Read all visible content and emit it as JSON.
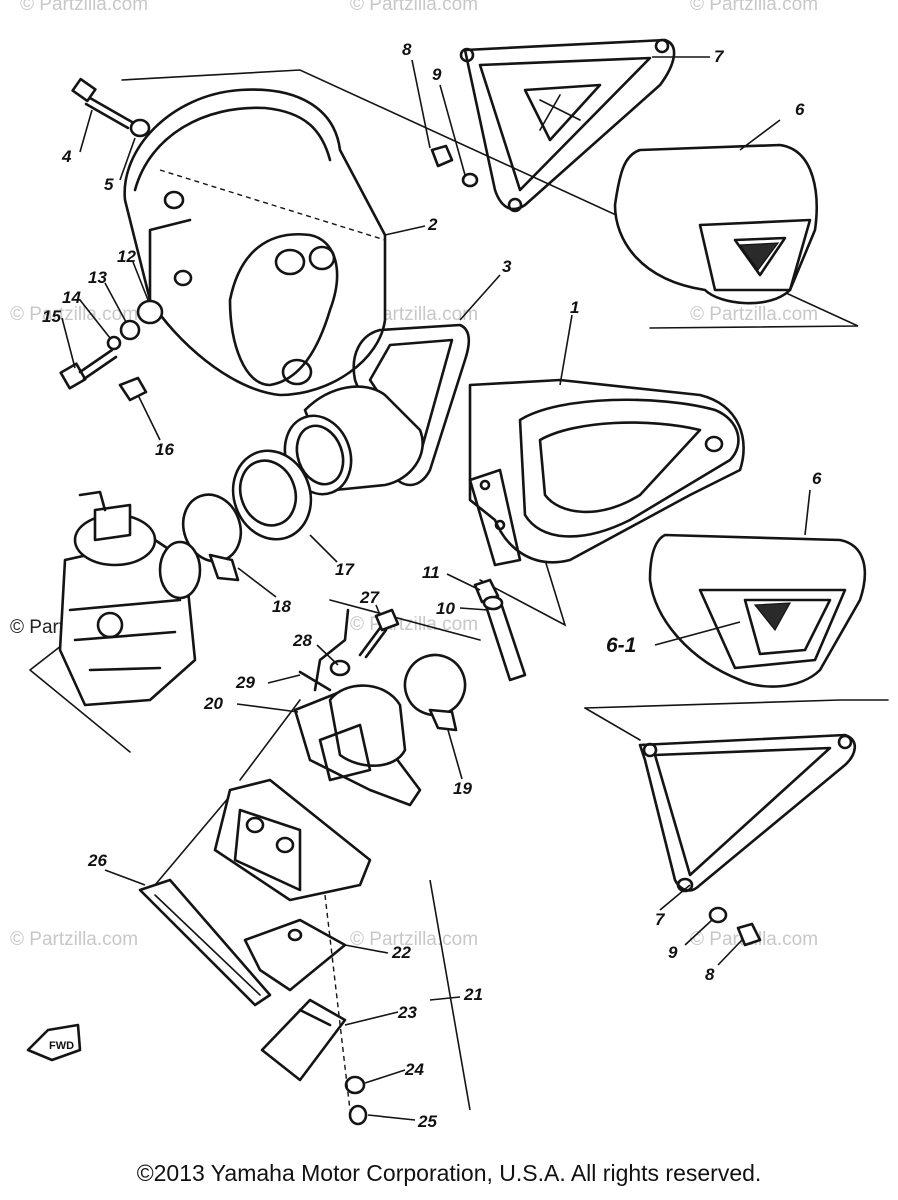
{
  "watermarks": {
    "text": "© Partzilla.com",
    "dark_text": "© Partzilla.com"
  },
  "fwd_label": "FWD",
  "callouts": {
    "n1": "1",
    "n2": "2",
    "n3": "3",
    "n4": "4",
    "n5": "5",
    "n6a": "6",
    "n6b": "6",
    "n6_1": "6-1",
    "n7a": "7",
    "n7b": "7",
    "n8a": "8",
    "n8b": "8",
    "n9a": "9",
    "n9b": "9",
    "n10": "10",
    "n11": "11",
    "n12": "12",
    "n13": "13",
    "n14": "14",
    "n15": "15",
    "n16": "16",
    "n17": "17",
    "n18": "18",
    "n19": "19",
    "n20": "20",
    "n21": "21",
    "n22": "22",
    "n23": "23",
    "n24": "24",
    "n25": "25",
    "n26": "26",
    "n27": "27",
    "n28": "28",
    "n29": "29"
  },
  "copyright": "©2013 Yamaha Motor Corporation, U.S.A. All rights reserved."
}
